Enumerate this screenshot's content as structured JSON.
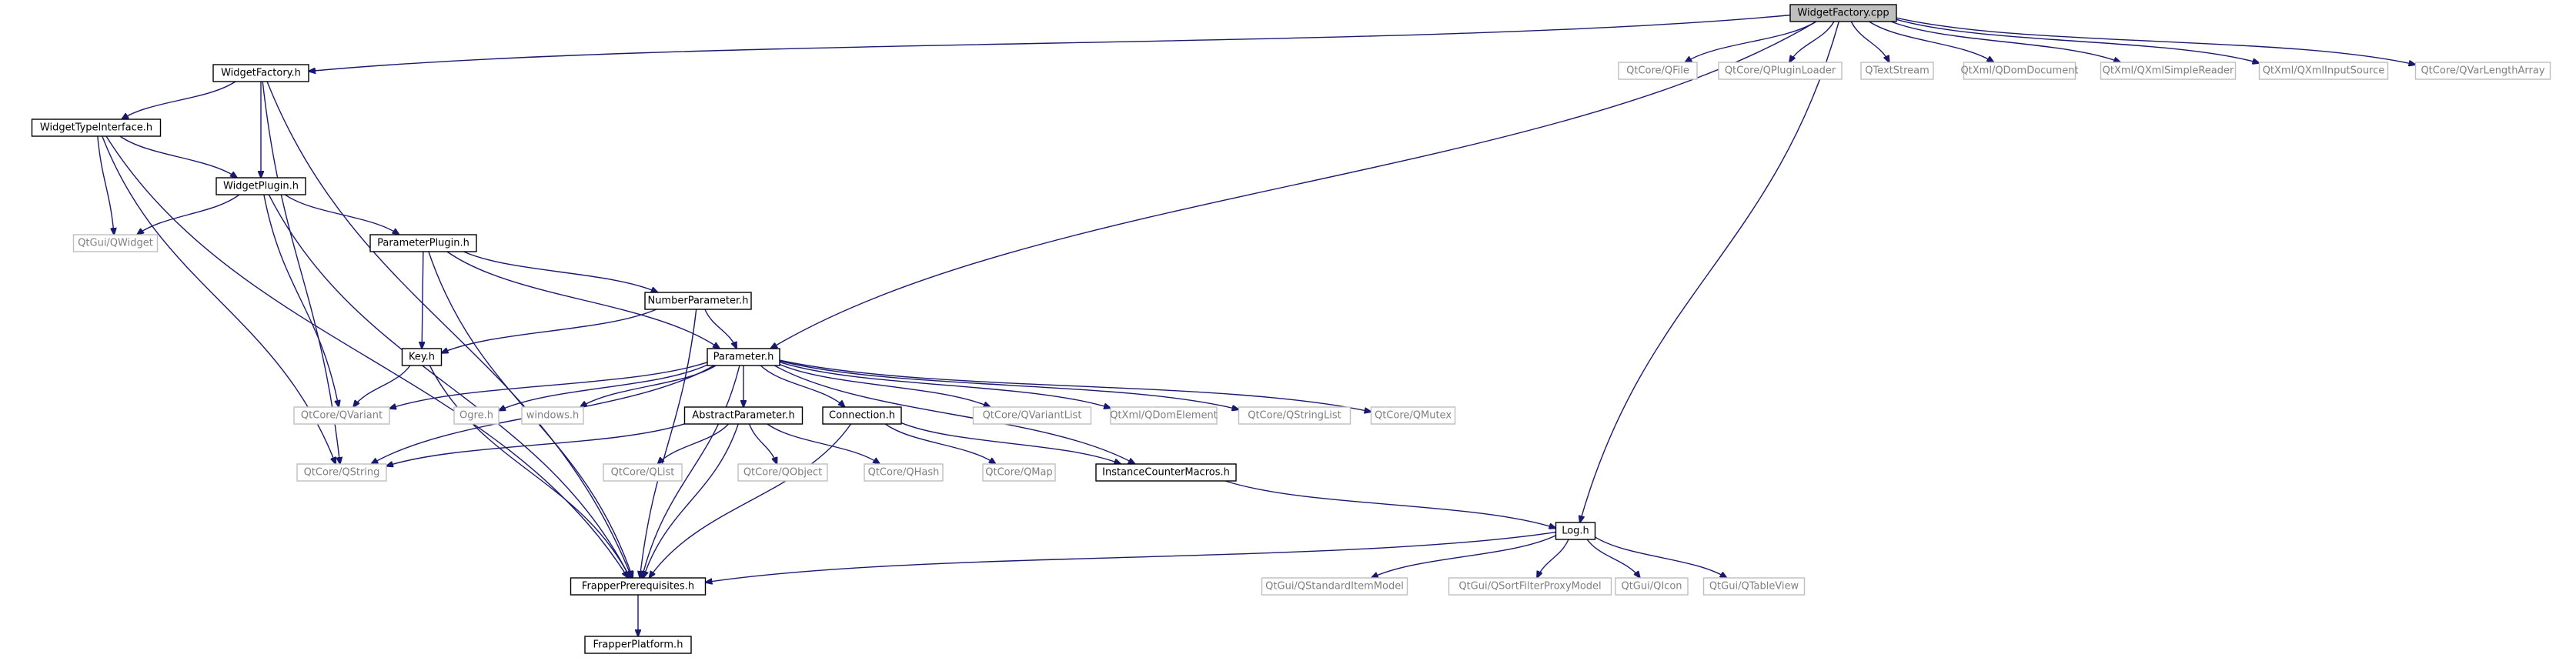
{
  "diagram": {
    "colors": {
      "edge": "#191970",
      "root_fill": "#bfbfbf",
      "documented_border": "#000000",
      "external_border": "#bfbfbf",
      "documented_text": "#000000",
      "external_text": "#7f7f7f"
    },
    "nodes": [
      {
        "id": "widgetfactory_cpp",
        "label": "WidgetFactory.cpp",
        "kind": "root"
      },
      {
        "id": "widgetfactory_h",
        "label": "WidgetFactory.h",
        "kind": "documented"
      },
      {
        "id": "widgettypeinterface_h",
        "label": "WidgetTypeInterface.h",
        "kind": "documented"
      },
      {
        "id": "widgetplugin_h",
        "label": "WidgetPlugin.h",
        "kind": "documented"
      },
      {
        "id": "qtgui_qwidget",
        "label": "QtGui/QWidget",
        "kind": "external"
      },
      {
        "id": "parameterplugin_h",
        "label": "ParameterPlugin.h",
        "kind": "documented"
      },
      {
        "id": "numberparameter_h",
        "label": "NumberParameter.h",
        "kind": "documented"
      },
      {
        "id": "key_h",
        "label": "Key.h",
        "kind": "documented"
      },
      {
        "id": "parameter_h",
        "label": "Parameter.h",
        "kind": "documented"
      },
      {
        "id": "qtcore_qvariant",
        "label": "QtCore/QVariant",
        "kind": "external"
      },
      {
        "id": "ogre_h",
        "label": "Ogre.h",
        "kind": "external"
      },
      {
        "id": "windows_h",
        "label": "windows.h",
        "kind": "external"
      },
      {
        "id": "abstractparameter_h",
        "label": "AbstractParameter.h",
        "kind": "documented"
      },
      {
        "id": "connection_h",
        "label": "Connection.h",
        "kind": "documented"
      },
      {
        "id": "qtcore_qvariantlist",
        "label": "QtCore/QVariantList",
        "kind": "external"
      },
      {
        "id": "qtxml_qdomelement",
        "label": "QtXml/QDomElement",
        "kind": "external"
      },
      {
        "id": "qtcore_qstringlist",
        "label": "QtCore/QStringList",
        "kind": "external"
      },
      {
        "id": "qtcore_qmutex",
        "label": "QtCore/QMutex",
        "kind": "external"
      },
      {
        "id": "qtcore_qstring",
        "label": "QtCore/QString",
        "kind": "external"
      },
      {
        "id": "qtcore_qlist",
        "label": "QtCore/QList",
        "kind": "external"
      },
      {
        "id": "qtcore_qobject",
        "label": "QtCore/QObject",
        "kind": "external"
      },
      {
        "id": "qtcore_qhash",
        "label": "QtCore/QHash",
        "kind": "external"
      },
      {
        "id": "qtcore_qmap",
        "label": "QtCore/QMap",
        "kind": "external"
      },
      {
        "id": "instancecountermacros_h",
        "label": "InstanceCounterMacros.h",
        "kind": "documented"
      },
      {
        "id": "log_h",
        "label": "Log.h",
        "kind": "documented"
      },
      {
        "id": "frapperprerequisites_h",
        "label": "FrapperPrerequisites.h",
        "kind": "documented"
      },
      {
        "id": "frapperplatform_h",
        "label": "FrapperPlatform.h",
        "kind": "documented"
      },
      {
        "id": "qtgui_qstandarditemmodel",
        "label": "QtGui/QStandardItemModel",
        "kind": "external"
      },
      {
        "id": "qtgui_qsortfilterproxymodel",
        "label": "QtGui/QSortFilterProxyModel",
        "kind": "external"
      },
      {
        "id": "qtgui_qicon",
        "label": "QtGui/QIcon",
        "kind": "external"
      },
      {
        "id": "qtgui_qtableview",
        "label": "QtGui/QTableView",
        "kind": "external"
      },
      {
        "id": "qtcore_qfile",
        "label": "QtCore/QFile",
        "kind": "external"
      },
      {
        "id": "qtcore_qpluginloader",
        "label": "QtCore/QPluginLoader",
        "kind": "external"
      },
      {
        "id": "qtextstream",
        "label": "QTextStream",
        "kind": "external"
      },
      {
        "id": "qtxml_qdomdocument",
        "label": "QtXml/QDomDocument",
        "kind": "external"
      },
      {
        "id": "qtxml_qxmlsimplereader",
        "label": "QtXml/QXmlSimpleReader",
        "kind": "external"
      },
      {
        "id": "qtxml_qxmlinputsource",
        "label": "QtXml/QXmlInputSource",
        "kind": "external"
      },
      {
        "id": "qtcore_qvarlengtharray",
        "label": "QtCore/QVarLengthArray",
        "kind": "external"
      }
    ],
    "edges": [
      [
        "widgetfactory_cpp",
        "widgetfactory_h"
      ],
      [
        "widgetfactory_cpp",
        "parameter_h"
      ],
      [
        "widgetfactory_cpp",
        "log_h"
      ],
      [
        "widgetfactory_cpp",
        "qtcore_qfile"
      ],
      [
        "widgetfactory_cpp",
        "qtcore_qpluginloader"
      ],
      [
        "widgetfactory_cpp",
        "qtextstream"
      ],
      [
        "widgetfactory_cpp",
        "qtxml_qdomdocument"
      ],
      [
        "widgetfactory_cpp",
        "qtxml_qxmlsimplereader"
      ],
      [
        "widgetfactory_cpp",
        "qtxml_qxmlinputsource"
      ],
      [
        "widgetfactory_cpp",
        "qtcore_qvarlengtharray"
      ],
      [
        "widgetfactory_h",
        "widgettypeinterface_h"
      ],
      [
        "widgetfactory_h",
        "widgetplugin_h"
      ],
      [
        "widgetfactory_h",
        "qtcore_qstring"
      ],
      [
        "widgetfactory_h",
        "frapperprerequisites_h"
      ],
      [
        "widgettypeinterface_h",
        "widgetplugin_h"
      ],
      [
        "widgettypeinterface_h",
        "qtgui_qwidget"
      ],
      [
        "widgettypeinterface_h",
        "qtcore_qstring"
      ],
      [
        "widgettypeinterface_h",
        "frapperprerequisites_h"
      ],
      [
        "widgetplugin_h",
        "qtgui_qwidget"
      ],
      [
        "widgetplugin_h",
        "parameterplugin_h"
      ],
      [
        "widgetplugin_h",
        "qtcore_qvariant"
      ],
      [
        "widgetplugin_h",
        "frapperprerequisites_h"
      ],
      [
        "parameterplugin_h",
        "numberparameter_h"
      ],
      [
        "parameterplugin_h",
        "key_h"
      ],
      [
        "parameterplugin_h",
        "parameter_h"
      ],
      [
        "parameterplugin_h",
        "frapperprerequisites_h"
      ],
      [
        "numberparameter_h",
        "parameter_h"
      ],
      [
        "numberparameter_h",
        "key_h"
      ],
      [
        "numberparameter_h",
        "frapperprerequisites_h"
      ],
      [
        "key_h",
        "qtcore_qvariant"
      ],
      [
        "key_h",
        "frapperprerequisites_h"
      ],
      [
        "parameter_h",
        "qtcore_qvariant"
      ],
      [
        "parameter_h",
        "ogre_h"
      ],
      [
        "parameter_h",
        "windows_h"
      ],
      [
        "parameter_h",
        "abstractparameter_h"
      ],
      [
        "parameter_h",
        "connection_h"
      ],
      [
        "parameter_h",
        "qtcore_qvariantlist"
      ],
      [
        "parameter_h",
        "qtxml_qdomelement"
      ],
      [
        "parameter_h",
        "qtcore_qstringlist"
      ],
      [
        "parameter_h",
        "qtcore_qmutex"
      ],
      [
        "parameter_h",
        "qtcore_qstring"
      ],
      [
        "parameter_h",
        "instancecountermacros_h"
      ],
      [
        "parameter_h",
        "frapperprerequisites_h"
      ],
      [
        "abstractparameter_h",
        "qtcore_qstring"
      ],
      [
        "abstractparameter_h",
        "qtcore_qlist"
      ],
      [
        "abstractparameter_h",
        "qtcore_qobject"
      ],
      [
        "abstractparameter_h",
        "qtcore_qhash"
      ],
      [
        "abstractparameter_h",
        "frapperprerequisites_h"
      ],
      [
        "connection_h",
        "qtcore_qmap"
      ],
      [
        "connection_h",
        "instancecountermacros_h"
      ],
      [
        "connection_h",
        "frapperprerequisites_h"
      ],
      [
        "instancecountermacros_h",
        "log_h"
      ],
      [
        "log_h",
        "frapperprerequisites_h"
      ],
      [
        "log_h",
        "qtgui_qstandarditemmodel"
      ],
      [
        "log_h",
        "qtgui_qsortfilterproxymodel"
      ],
      [
        "log_h",
        "qtgui_qicon"
      ],
      [
        "log_h",
        "qtgui_qtableview"
      ],
      [
        "frapperprerequisites_h",
        "frapperplatform_h"
      ]
    ]
  }
}
